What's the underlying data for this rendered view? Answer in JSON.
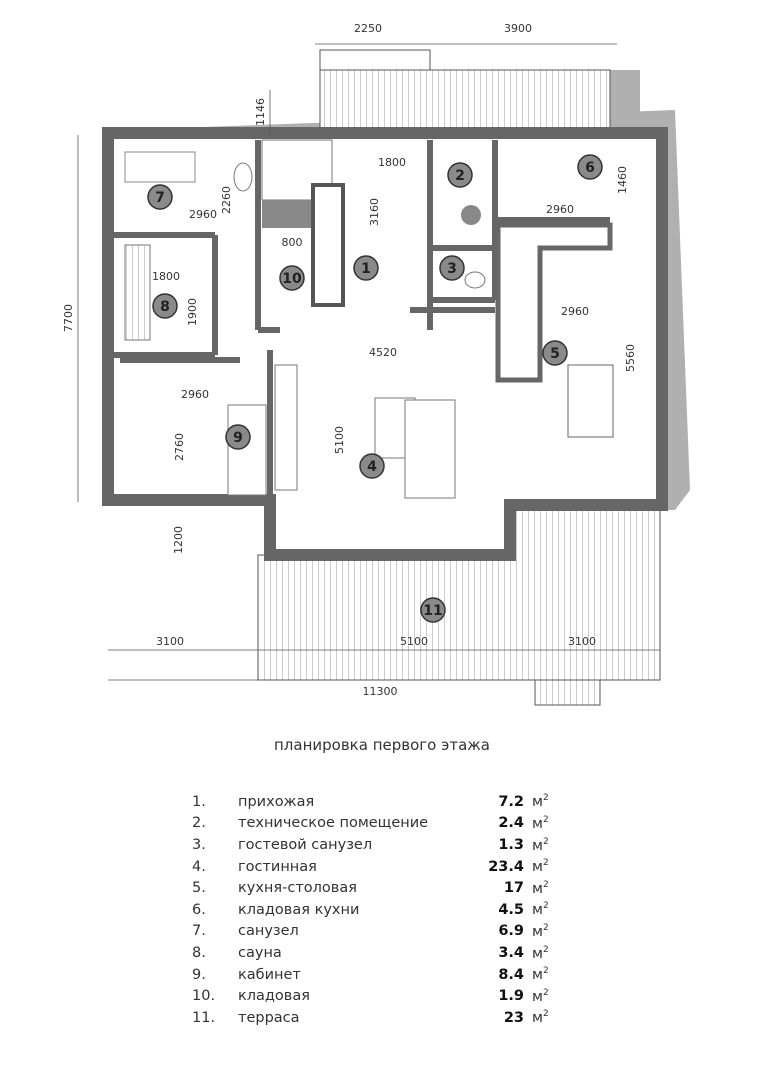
{
  "dimensions": {
    "top_left": "2250",
    "top_right": "3900",
    "porch_depth": "1146",
    "total_height": "7700",
    "hall_width": "1800",
    "bath_width": "2960",
    "bath_depth": "2260",
    "hall_depth": "3160",
    "storage_width": "800",
    "sauna_width": "1800",
    "sauna_depth": "1900",
    "pantry_width": "2960",
    "pantry_depth": "1460",
    "kitchen_width": "2960",
    "living_width": "4520",
    "kitchen_depth": "5560",
    "office_width": "2960",
    "office_depth": "2760",
    "living_depth": "5100",
    "terrace_depth": "1200",
    "terrace_left": "3100",
    "terrace_mid": "5100",
    "terrace_right": "3100",
    "total_width": "11300"
  },
  "room_markers": [
    "1",
    "2",
    "3",
    "4",
    "5",
    "6",
    "7",
    "8",
    "9",
    "10",
    "11"
  ],
  "caption": "планировка первого этажа",
  "legend": [
    {
      "num": "1.",
      "name": "прихожая",
      "area": "7.2",
      "unit": "м",
      "sup": "2"
    },
    {
      "num": "2.",
      "name": "техническое помещение",
      "area": "2.4",
      "unit": "м",
      "sup": "2"
    },
    {
      "num": "3.",
      "name": "гостевой санузел",
      "area": "1.3",
      "unit": "м",
      "sup": "2"
    },
    {
      "num": "4.",
      "name": "гостинная",
      "area": "23.4",
      "unit": "м",
      "sup": "2"
    },
    {
      "num": "5.",
      "name": "кухня-столовая",
      "area": "17",
      "unit": "м",
      "sup": "2"
    },
    {
      "num": "6.",
      "name": "кладовая кухни",
      "area": "4.5",
      "unit": "м",
      "sup": "2"
    },
    {
      "num": "7.",
      "name": "санузел",
      "area": "6.9",
      "unit": "м",
      "sup": "2"
    },
    {
      "num": "8.",
      "name": "сауна",
      "area": "3.4",
      "unit": "м",
      "sup": "2"
    },
    {
      "num": "9.",
      "name": "кабинет",
      "area": "8.4",
      "unit": "м",
      "sup": "2"
    },
    {
      "num": "10.",
      "name": "кладовая",
      "area": "1.9",
      "unit": "м",
      "sup": "2"
    },
    {
      "num": "11.",
      "name": "терраса",
      "area": "23",
      "unit": "м",
      "sup": "2"
    }
  ],
  "colors": {
    "wall": "#666666",
    "shadow": "#a8a8a8",
    "marker": "#8a8a8a"
  }
}
